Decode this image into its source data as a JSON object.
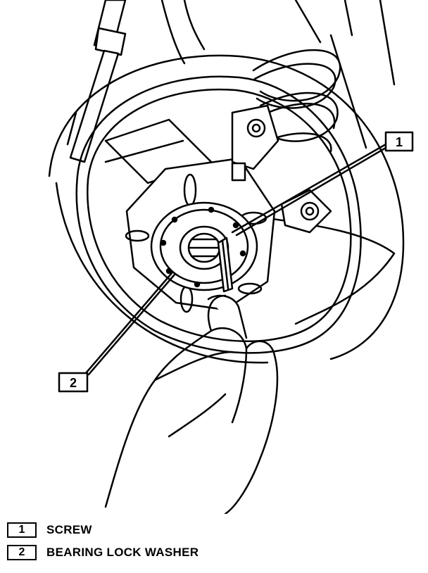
{
  "callouts": [
    {
      "number": "1",
      "label": "SCREW"
    },
    {
      "number": "2",
      "label": "BEARING LOCK WASHER"
    }
  ],
  "colors": {
    "ink": "#000000",
    "paper": "#ffffff"
  }
}
